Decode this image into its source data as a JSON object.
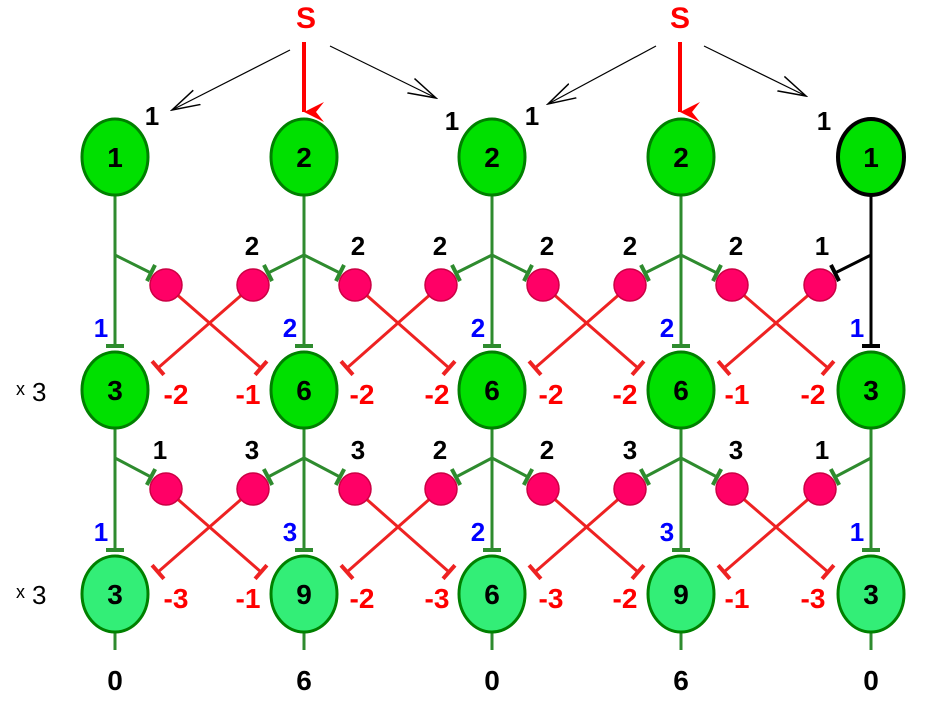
{
  "colors": {
    "node_fill": "#00e000",
    "node_fill_light": "#33ee77",
    "node_stroke": "#008000",
    "excitatory_line": "#2e8b2e",
    "inhibitory_line": "#ee2222",
    "interneuron": "#ff0066",
    "stimulus": "#ff0000",
    "blue_weight": "#0000ff",
    "black": "#000000"
  },
  "stimuli": [
    "S",
    "S"
  ],
  "multipliers": [
    {
      "x": "x",
      "n": "3"
    },
    {
      "x": "x",
      "n": "3"
    }
  ],
  "top_input_weights": [
    "1",
    "1",
    "1",
    "1"
  ],
  "rows": [
    {
      "nodes": [
        "1",
        "2",
        "2",
        "2",
        "1"
      ]
    },
    {
      "nodes": [
        "3",
        "6",
        "6",
        "6",
        "3"
      ]
    },
    {
      "nodes": [
        "3",
        "9",
        "6",
        "9",
        "3"
      ]
    }
  ],
  "layers": [
    {
      "interneuron_weights": [
        "2",
        "2",
        "2",
        "2",
        "2",
        "2",
        "1"
      ],
      "vertical_weights": [
        "1",
        "2",
        "2",
        "2",
        "1"
      ],
      "inhibitions": [
        "-2",
        "-1",
        "-2",
        "-2",
        "-2",
        "-2",
        "-1",
        "-2"
      ]
    },
    {
      "interneuron_weights": [
        "1",
        "3",
        "3",
        "2",
        "2",
        "3",
        "3",
        "1"
      ],
      "vertical_weights": [
        "1",
        "3",
        "2",
        "3",
        "1"
      ],
      "inhibitions": [
        "-3",
        "-1",
        "-2",
        "-3",
        "-3",
        "-2",
        "-1",
        "-3"
      ]
    }
  ],
  "outputs": [
    "0",
    "6",
    "0",
    "6",
    "0"
  ]
}
